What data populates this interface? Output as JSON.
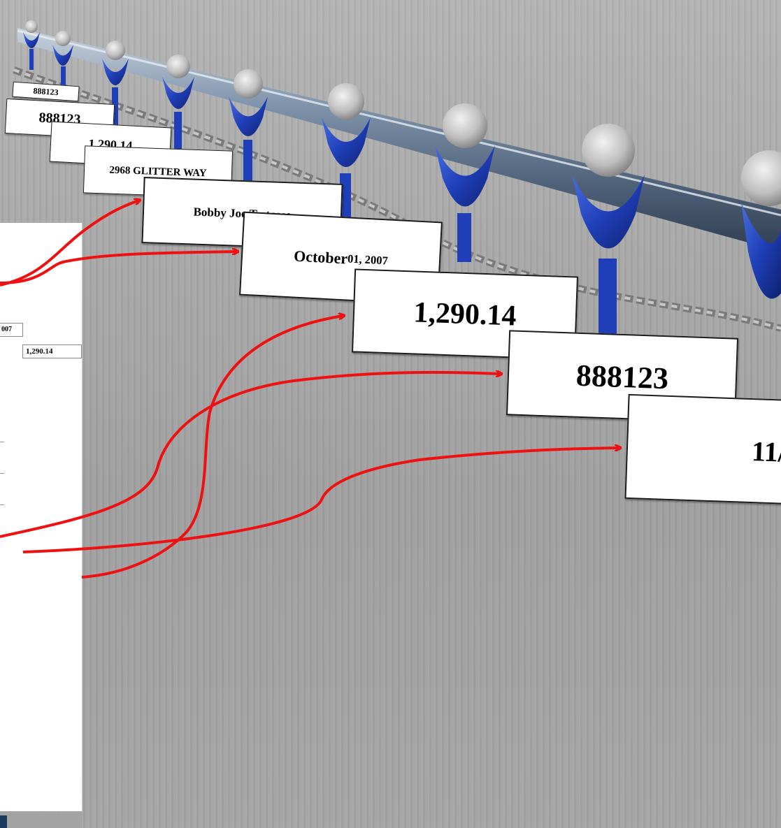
{
  "conveyor_tags": [
    {
      "id": "tag-account-far",
      "text": "888123"
    },
    {
      "id": "tag-account-2",
      "text": "888123"
    },
    {
      "id": "tag-amount-far",
      "text": "1,290.14"
    },
    {
      "id": "tag-address",
      "text": "2968 GLITTER WAY"
    },
    {
      "id": "tag-name",
      "text": "Bobby Joe Testcase"
    },
    {
      "id": "tag-date",
      "text_main": "October",
      "text_rest": " 01, 2007"
    },
    {
      "id": "tag-amount",
      "text": "1,290.14"
    },
    {
      "id": "tag-account",
      "text": "888123"
    },
    {
      "id": "tag-partial",
      "text": "11/"
    }
  ],
  "document": {
    "date_field": "007",
    "amount_field": "1,290.14"
  },
  "colors": {
    "arrow": "#ee1111",
    "hook": "#1f3fb8",
    "rail": "#6c7f96",
    "chain": "#8a8a8a"
  }
}
